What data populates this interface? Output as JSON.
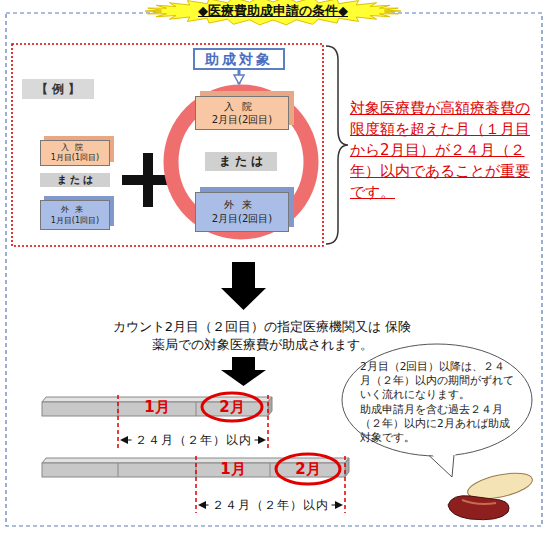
{
  "diagram": {
    "title": "◆医療費助成申請の条件◆",
    "nodes": [
      {
        "text": [
          "【 例 】"
        ]
      },
      {
        "text": [
          "入院",
          "1月目(1回目)"
        ]
      },
      {
        "text": [
          "外来",
          "1月目(1回目)"
        ]
      },
      {
        "text": [
          "助成対象"
        ]
      },
      {
        "text": [
          "ま た は"
        ]
      },
      {
        "text": [
          "入院",
          "2月目(2回目)"
        ],
        "in": 4
      },
      {
        "text": [
          "外来",
          "2月目(2回目)"
        ],
        "in": 4
      },
      {
        "text": [
          "2月目（2回目）以降は、２４月（２年）以内の期間がずれていく流れになります。",
          "助成申請月を含む過去２４月（２年）以内に2月あれば助成対象です。"
        ]
      },
      {
        "text": [
          "2月"
        ]
      },
      {
        "text": [
          "2月"
        ]
      }
    ],
    "edges": [
      {
        "from": 3,
        "to": 4,
        "arrow": "to"
      }
    ],
    "labels": [
      "ま た は",
      "対象医療費が高額療養費の限度額を超えた月（１月目から2月目）が２４月（２年）以内であることが重要です。",
      "カウント2月目（２回目）の指定医療機関又は 保険薬局での対象医療費が助成されます。",
      "1月",
      "２４月（２年）以内",
      "1月",
      "２４月（２年）以内"
    ]
  }
}
